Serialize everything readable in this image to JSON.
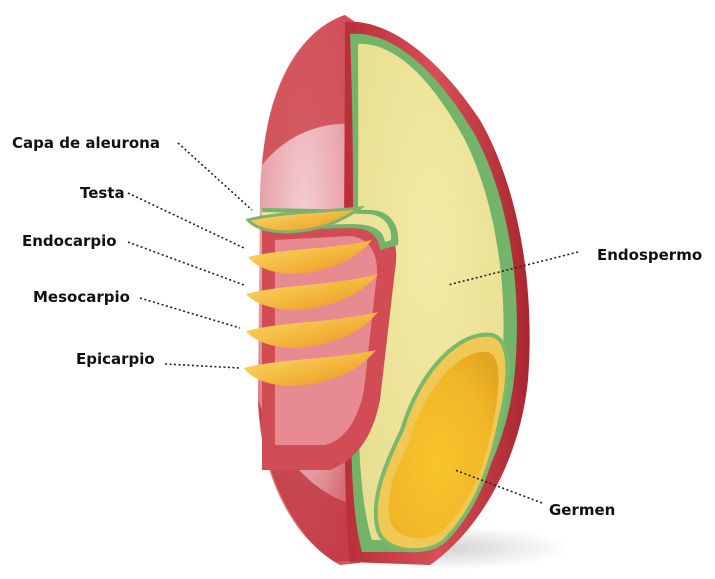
{
  "diagram": {
    "labels": {
      "capa_aleurona": "Capa de aleurona",
      "testa": "Testa",
      "endocarpio": "Endocarpio",
      "mesocarpio": "Mesocarpio",
      "epicarpio": "Epicarpio",
      "endospermo": "Endospermo",
      "germen": "Germen"
    },
    "colors": {
      "pericarp_red": "#c8404a",
      "pericarp_pink": "#e8a0a8",
      "endosperm_yellow": "#ece39a",
      "aleurone_green": "#74b46a",
      "germ_orange": "#f2b92a",
      "leader_line": "#222222"
    }
  }
}
